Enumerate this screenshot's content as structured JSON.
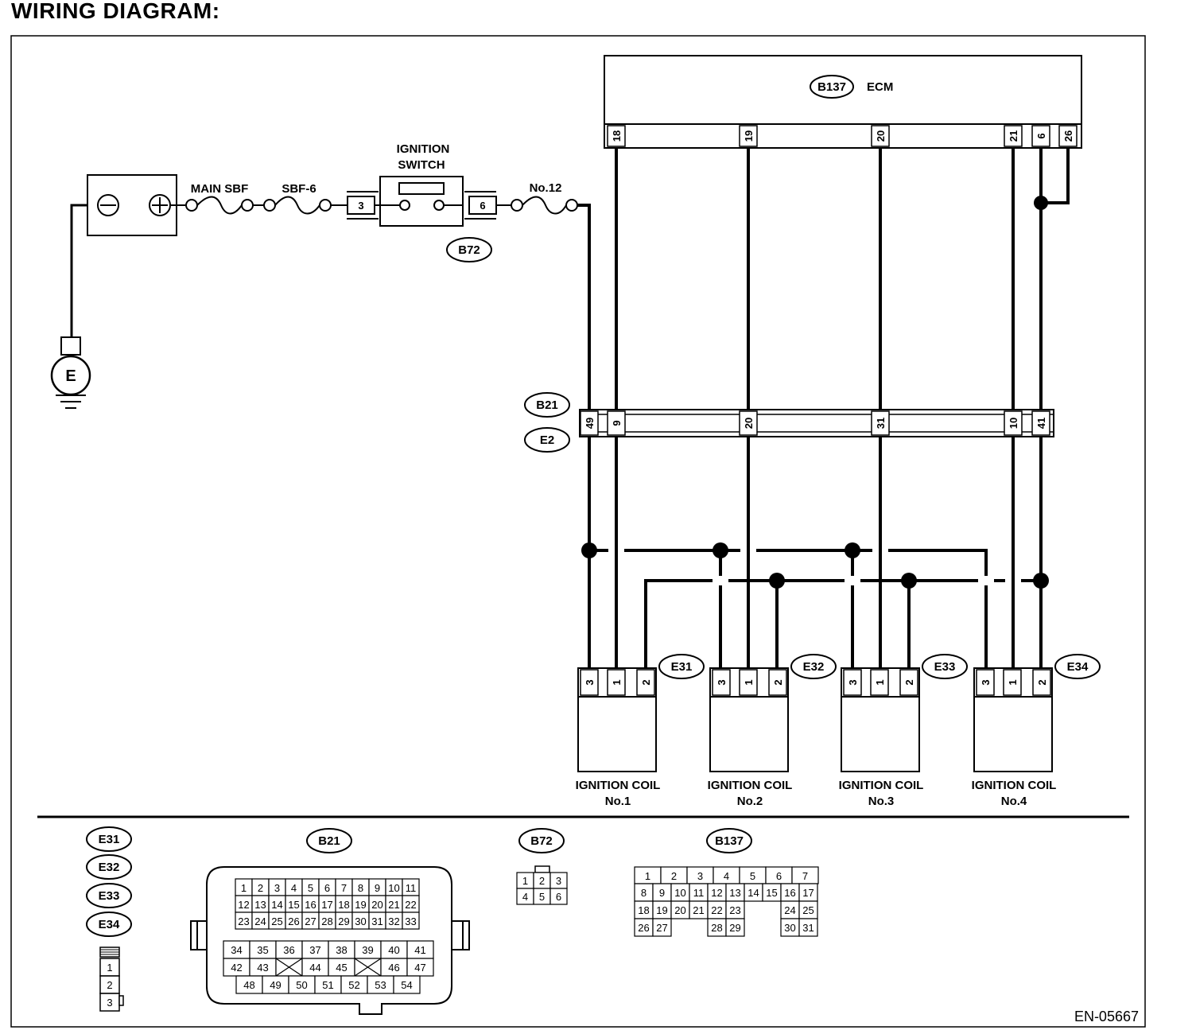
{
  "heading": "WIRING DIAGRAM:",
  "figure_id": "EN-05667",
  "ecm": {
    "label": "ECM",
    "connector": "B137",
    "pins": [
      "18",
      "19",
      "20",
      "21",
      "6",
      "26"
    ]
  },
  "power_circuit": {
    "fuse_main": "MAIN SBF",
    "fuse_sbf": "SBF-6",
    "switch_line1": "IGNITION",
    "switch_line2": "SWITCH",
    "switch_connector": "B72",
    "switch_pin_in": "3",
    "switch_pin_out": "6",
    "fuse_no": "No.12",
    "ground_symbol": "E"
  },
  "junction": {
    "connector_top": "B21",
    "connector_bottom": "E2",
    "pins": [
      "49",
      "9",
      "20",
      "31",
      "10",
      "41"
    ]
  },
  "coils": [
    {
      "connector": "E31",
      "line1": "IGNITION COIL",
      "line2": "No.1",
      "pins": [
        "3",
        "1",
        "2"
      ]
    },
    {
      "connector": "E32",
      "line1": "IGNITION COIL",
      "line2": "No.2",
      "pins": [
        "3",
        "1",
        "2"
      ]
    },
    {
      "connector": "E33",
      "line1": "IGNITION COIL",
      "line2": "No.3",
      "pins": [
        "3",
        "1",
        "2"
      ]
    },
    {
      "connector": "E34",
      "line1": "IGNITION COIL",
      "line2": "No.4",
      "pins": [
        "3",
        "1",
        "2"
      ]
    }
  ],
  "legend": {
    "coil_connectors": [
      "E31",
      "E32",
      "E33",
      "E34"
    ],
    "coil_pins": [
      "1",
      "2",
      "3"
    ],
    "b21": {
      "label": "B21",
      "rows_top": [
        [
          "1",
          "2",
          "3",
          "4",
          "5",
          "6",
          "7",
          "8",
          "9",
          "10",
          "11"
        ],
        [
          "12",
          "13",
          "14",
          "15",
          "16",
          "17",
          "18",
          "19",
          "20",
          "21",
          "22"
        ],
        [
          "23",
          "24",
          "25",
          "26",
          "27",
          "28",
          "29",
          "30",
          "31",
          "32",
          "33"
        ]
      ],
      "rows_bottom": [
        [
          "34",
          "35",
          "36",
          "37",
          "38",
          "39",
          "40",
          "41"
        ],
        [
          "42",
          "43",
          "",
          "44",
          "45",
          "",
          "46",
          "47"
        ],
        [
          "48",
          "49",
          "50",
          "51",
          "52",
          "53",
          "54"
        ]
      ]
    },
    "b72": {
      "label": "B72",
      "rows": [
        [
          "1",
          "2",
          "3"
        ],
        [
          "4",
          "5",
          "6"
        ]
      ]
    },
    "b137": {
      "label": "B137",
      "rows": [
        [
          "1",
          "2",
          "3",
          "4",
          "5",
          "6",
          "7"
        ],
        [
          "8",
          "9",
          "10",
          "11",
          "12",
          "13",
          "14",
          "15",
          "16",
          "17"
        ],
        [
          "18",
          "19",
          "20",
          "21",
          "22",
          "23",
          "24",
          "25"
        ],
        [
          "26",
          "27",
          "28",
          "29",
          "30",
          "31"
        ]
      ]
    }
  }
}
